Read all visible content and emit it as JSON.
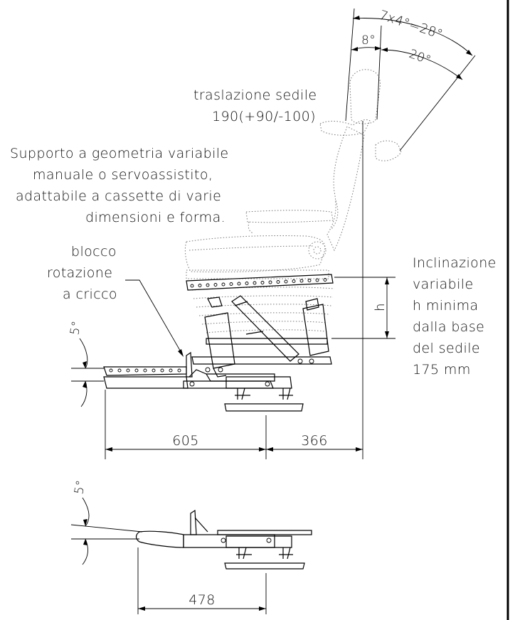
{
  "angles": {
    "total": "7x4°=28°",
    "forward": "8°",
    "backward": "20°",
    "tilt_side": "5°",
    "tilt_top": "5°"
  },
  "labels": {
    "slide_line1": "traslazione sedile",
    "slide_line2": "190(+90/-100)",
    "support_line1": "Supporto a geometria variabile",
    "support_line2": "manuale o servoassistito,",
    "support_line3": "adattabile a cassette di varie",
    "support_line4": "dimensioni e forma.",
    "lock_line1": "blocco",
    "lock_line2": "rotazione",
    "lock_line3": "a cricco",
    "incl_line1": "Inclinazione",
    "incl_line2": "variabile",
    "incl_line3": "h minima",
    "incl_line4": "dalla base",
    "incl_line5": "del sedile",
    "incl_line6": "175 mm",
    "h": "h"
  },
  "dimensions": {
    "left_length": "605",
    "right_length": "366",
    "top_view_length": "478"
  }
}
